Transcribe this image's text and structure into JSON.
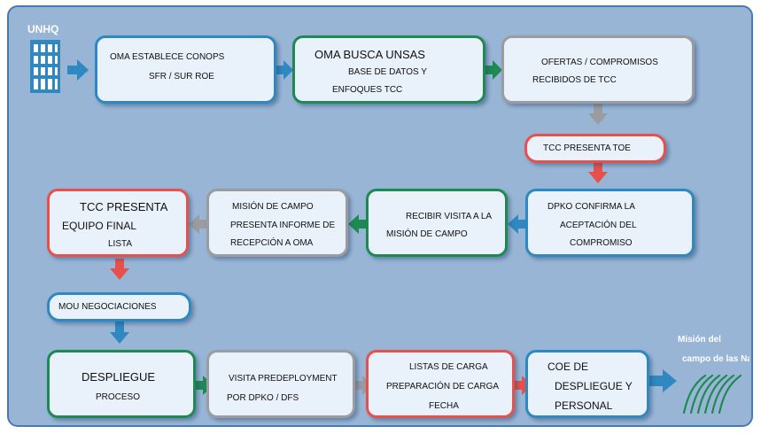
{
  "unhq": {
    "label": "UNHQ"
  },
  "mission": {
    "line1": "Misión del",
    "line2": "campo de las Nacio"
  },
  "boxes": {
    "b1": {
      "l1": "OMA ESTABLECE CONOPS",
      "l2": "SFR / SUR ROE"
    },
    "b2": {
      "l1": "OMA BUSCA UNSAS",
      "l2": "BASE DE DATOS Y",
      "l3": "ENFOQUES TCC"
    },
    "b3": {
      "l1": "OFERTAS / COMPROMISOS",
      "l2": "RECIBIDOS DE TCC"
    },
    "b4": {
      "l1": "TCC PRESENTA TOE"
    },
    "b5": {
      "l1": "DPKO CONFIRMA LA",
      "l2": "ACEPTACIÓN DEL",
      "l3": "COMPROMISO"
    },
    "b6": {
      "l1": "RECIBIR VISITA A LA",
      "l2": "MISIÓN DE CAMPO"
    },
    "b7": {
      "l1": "MISIÓN DE CAMPO",
      "l2": "PRESENTA INFORME DE",
      "l3": "RECEPCIÓN A OMA"
    },
    "b8": {
      "l1": "TCC PRESENTA",
      "l2": "EQUIPO FINAL",
      "l3": "LISTA"
    },
    "b9": {
      "l1": "MOU NEGOCIACIONES"
    },
    "b10": {
      "l1": "DESPLIEGUE",
      "l2": "PROCESO"
    },
    "b11": {
      "l1": "VISITA PREDEPLOYMENT",
      "l2": "POR DPKO / DFS"
    },
    "b12": {
      "l1": "LISTAS DE CARGA",
      "l2": "PREPARACIÓN DE CARGA",
      "l3": "FECHA"
    },
    "b13": {
      "l1": "COE DE",
      "l2": "DESPLIEGUE Y",
      "l3": "PERSONAL"
    }
  },
  "colors": {
    "panel": "#98b5d6",
    "box_fill": "#e9f1fa",
    "blue": "#2f88bf",
    "green": "#1e8a52",
    "grey": "#9a9ca0",
    "red": "#e8504c"
  }
}
